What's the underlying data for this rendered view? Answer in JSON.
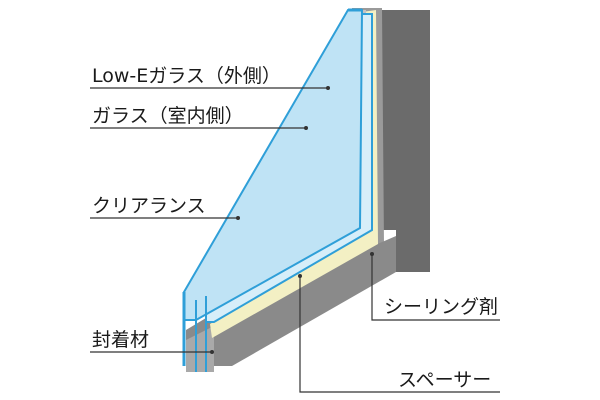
{
  "labels": {
    "low_e_glass": "Low-Eガラス（外側）",
    "glass_interior": "ガラス（室内側）",
    "clearance": "クリアランス",
    "sealant": "封着材",
    "sealing_agent": "シーリング剤",
    "spacer": "スペーサー"
  },
  "colors": {
    "glass_edge": "#2f9fd8",
    "glass_fill": "#bfe3f5",
    "spacer_yellow": "#f3f0c4",
    "frame_dark": "#6b6b6b",
    "frame_mid": "#8f8f8f",
    "frame_light": "#b4b4b4",
    "leader_line": "#333333"
  }
}
